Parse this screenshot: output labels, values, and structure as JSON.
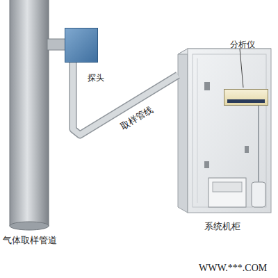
{
  "diagram": {
    "nodes": [
      {
        "text": [
          "气体取样管道"
        ]
      },
      {
        "text": [
          "探头"
        ]
      },
      {
        "text": [
          "系统机柜"
        ]
      },
      {
        "text": [
          "分析仪"
        ],
        "in": 2
      }
    ],
    "edges": [
      {
        "from": 1,
        "to": 2,
        "arrow": "none",
        "label": "取样管线"
      }
    ],
    "labels": [
      "WWW.***.COM"
    ]
  }
}
